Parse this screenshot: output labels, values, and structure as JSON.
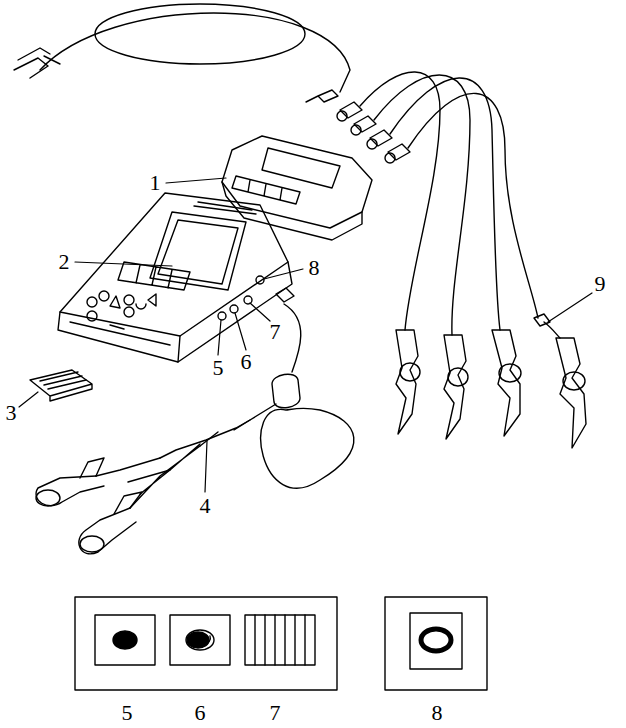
{
  "diagram": {
    "labels": [
      "1",
      "2",
      "8",
      "9",
      "5",
      "6",
      "7",
      "3",
      "4",
      "5",
      "6",
      "7",
      "8"
    ]
  }
}
